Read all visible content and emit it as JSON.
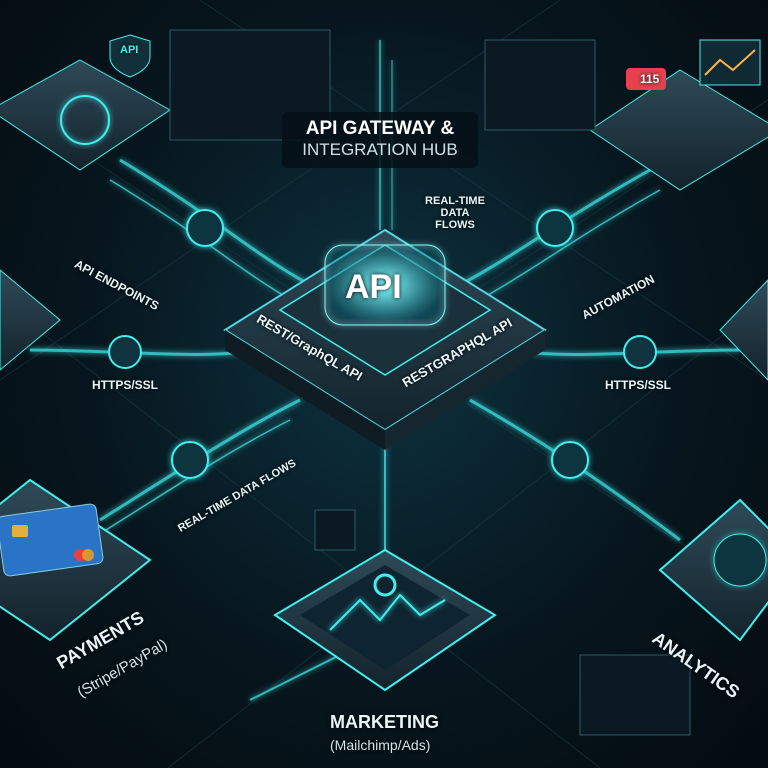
{
  "title": {
    "line1": "API GATEWAY &",
    "line2": "INTEGRATION HUB"
  },
  "hub": {
    "badge": "API",
    "side_left": "REST/GraphQL API",
    "side_right": "RESTGRAPHQL API"
  },
  "labels": {
    "realtime_top": "REAL-TIME DATA FLOWS",
    "realtime_left": "REAL-TIME DATA FLOWS",
    "endpoints": "API ENDPOINTS",
    "https_left": "HTTPS/SSL",
    "https_right": "HTTPS/SSL",
    "automation": "AUTOMATION",
    "payments": "PAYMENTS",
    "payments_sub": "(Stripe/PayPal)",
    "marketing": "MARKETING",
    "marketing_sub": "(Mailchimp/Ads)",
    "analytics": "ANALYTICS",
    "shield": "API",
    "notification": "115"
  },
  "colors": {
    "accent": "#3ff0f0",
    "background": "#061017",
    "platform": "#22343f",
    "notification": "#e8404f"
  }
}
